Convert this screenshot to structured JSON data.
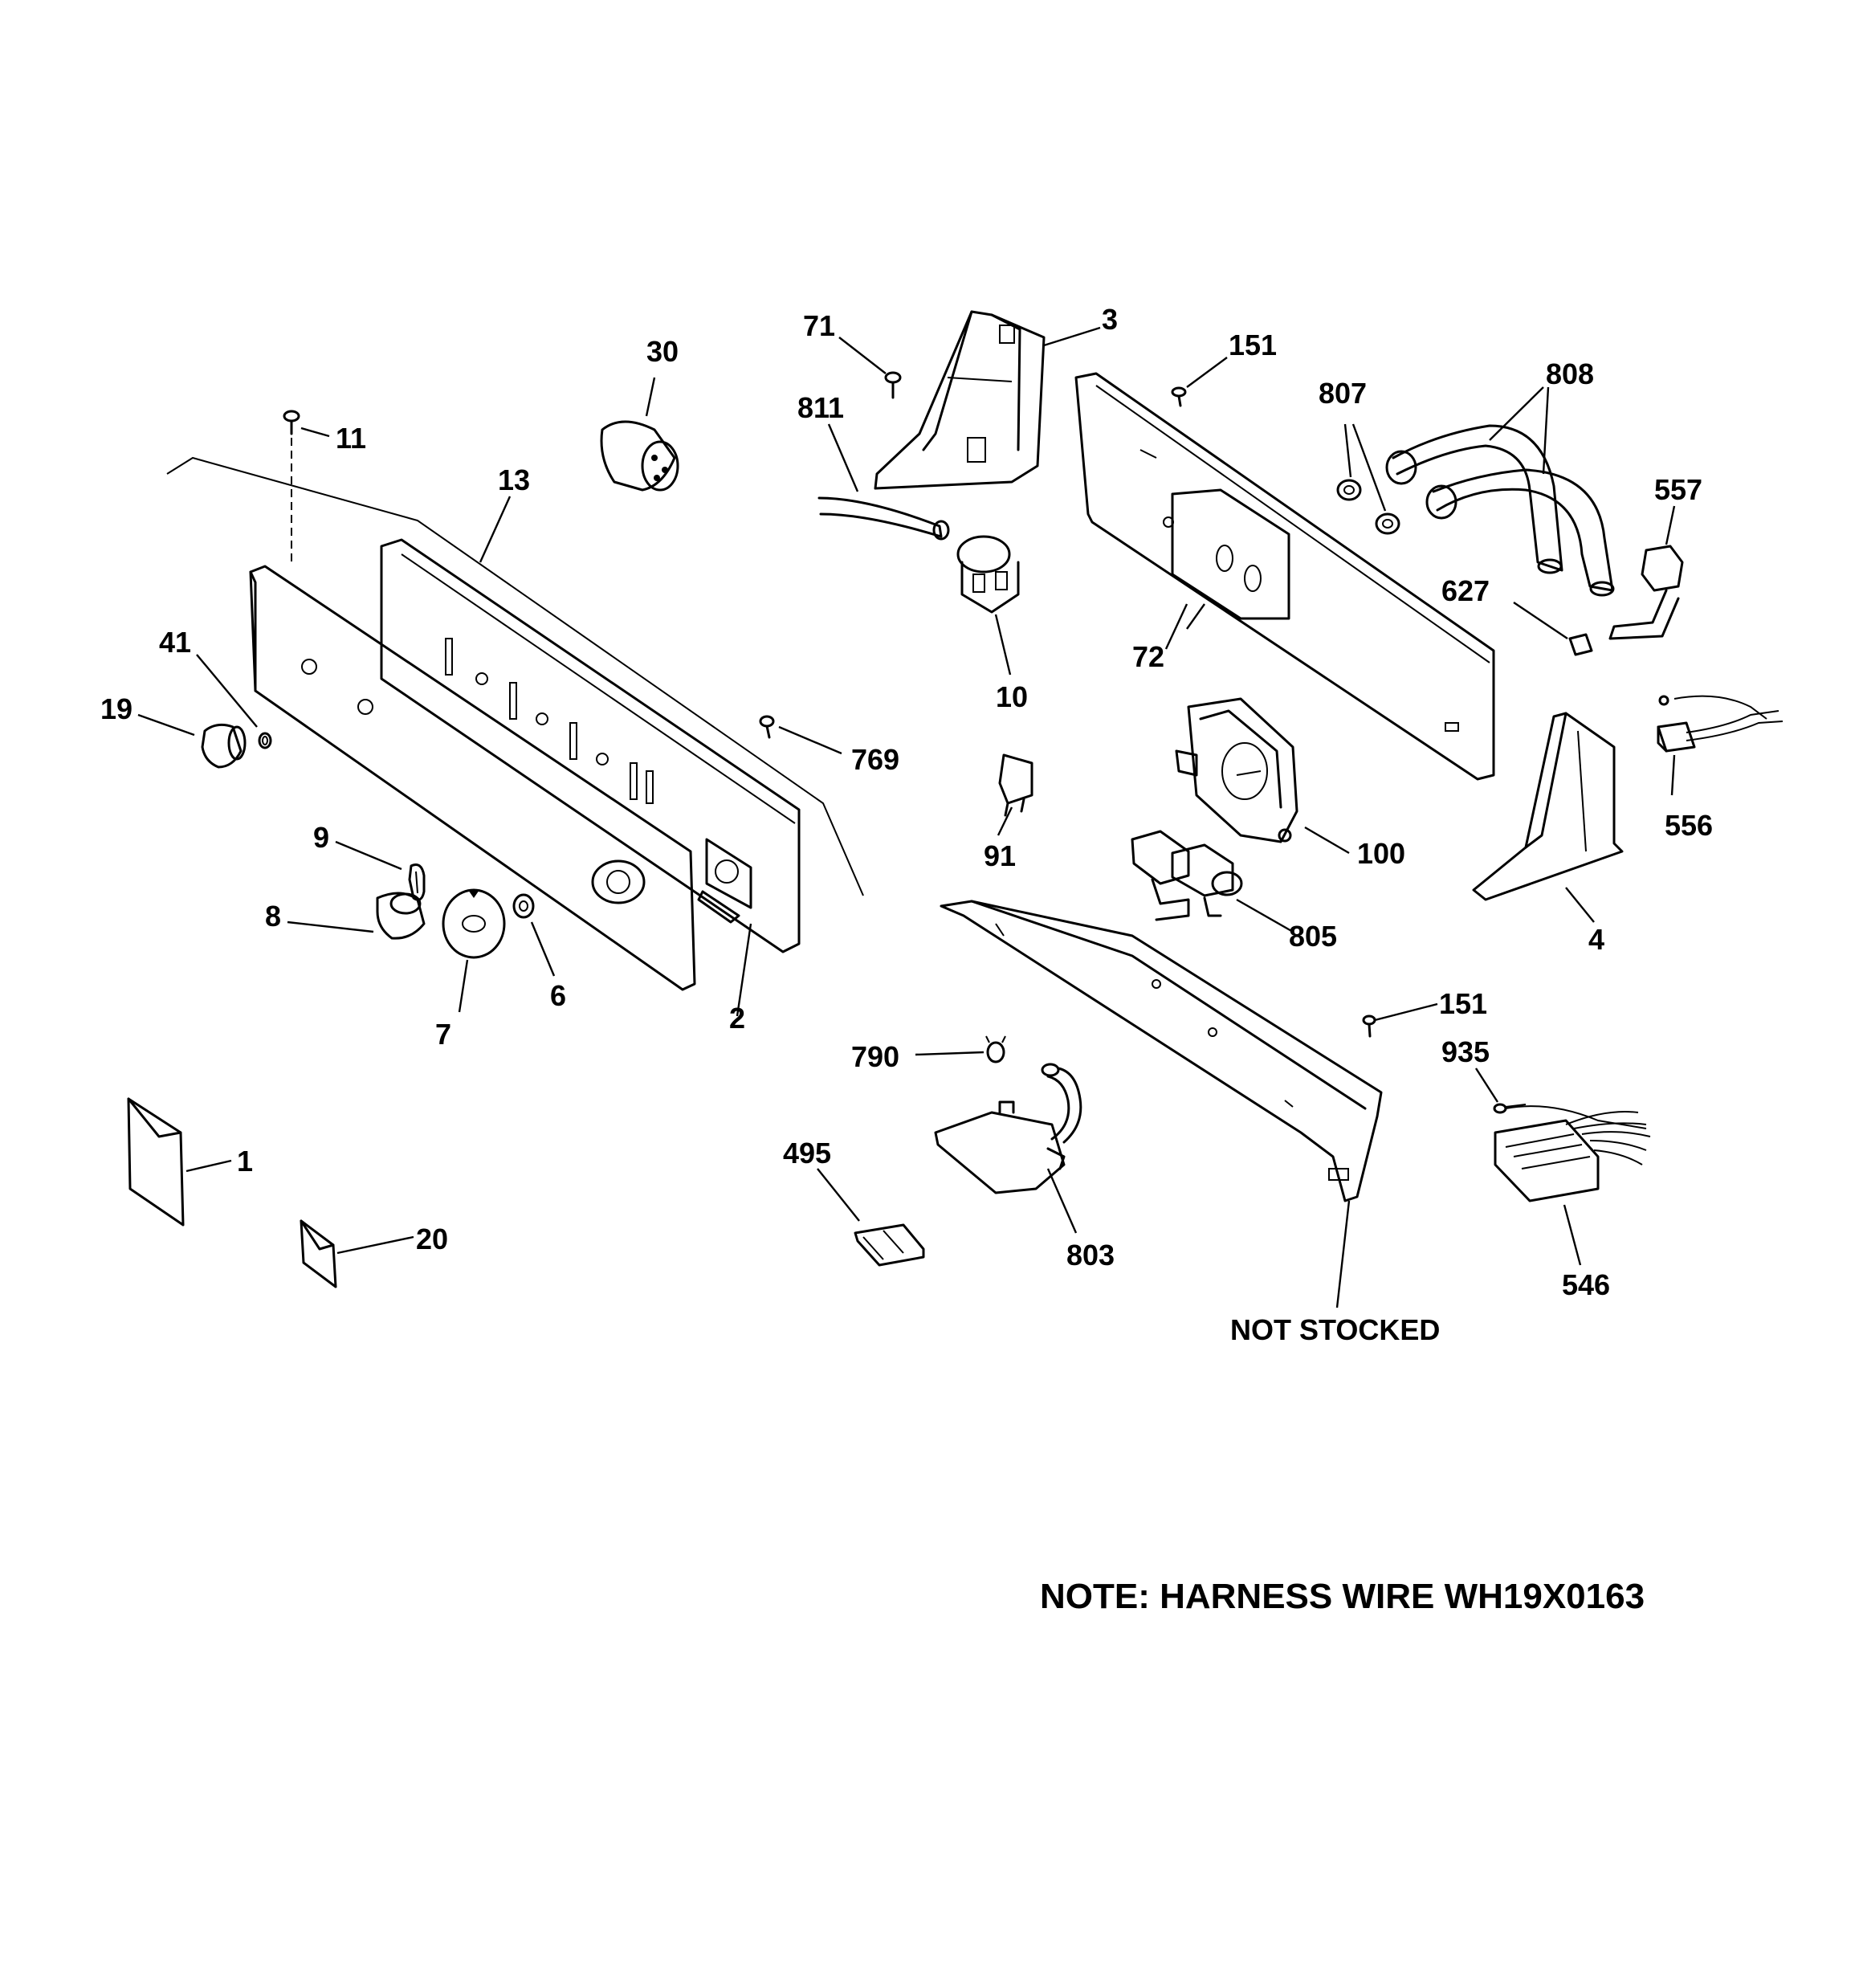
{
  "labels": {
    "l1": "1",
    "l2": "2",
    "l3": "3",
    "l4": "4",
    "l6": "6",
    "l7": "7",
    "l8": "8",
    "l9": "9",
    "l10": "10",
    "l11": "11",
    "l13": "13",
    "l19": "19",
    "l20": "20",
    "l30": "30",
    "l41": "41",
    "l71": "71",
    "l72": "72",
    "l91": "91",
    "l100": "100",
    "l151a": "151",
    "l151b": "151",
    "l495": "495",
    "l546": "546",
    "l556": "556",
    "l557": "557",
    "l627": "627",
    "l769": "769",
    "l790": "790",
    "l803": "803",
    "l805": "805",
    "l807": "807",
    "l808": "808",
    "l811": "811",
    "l935": "935",
    "not_stocked": "NOT STOCKED"
  },
  "note": "NOTE: HARNESS WIRE WH19X0163"
}
